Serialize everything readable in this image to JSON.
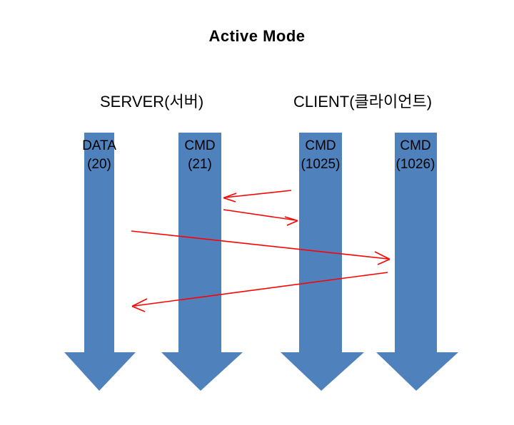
{
  "diagram": {
    "title": "Active Mode",
    "background_color": "#ffffff",
    "arrow_color": "#4F81BD",
    "message_color": "#FF0000",
    "text_color": "#000000",
    "headers": [
      {
        "id": "server",
        "label": "SERVER(서버)"
      },
      {
        "id": "client",
        "label": "CLIENT(클라이언트)"
      }
    ],
    "lanes": [
      {
        "id": "data-20",
        "group": "server",
        "name": "DATA",
        "port": "(20)"
      },
      {
        "id": "cmd-21",
        "group": "server",
        "name": "CMD",
        "port": "(21)"
      },
      {
        "id": "cmd-1025",
        "group": "client",
        "name": "CMD",
        "port": "(1025)"
      },
      {
        "id": "cmd-1026",
        "group": "client",
        "name": "CMD",
        "port": "(1026)"
      }
    ],
    "messages": [
      {
        "id": "msg-1",
        "from": "cmd-1025",
        "to": "cmd-21",
        "direction": "left"
      },
      {
        "id": "msg-2",
        "from": "cmd-21",
        "to": "cmd-1025",
        "direction": "right"
      },
      {
        "id": "msg-3",
        "from": "data-20",
        "to": "cmd-1026",
        "direction": "right"
      },
      {
        "id": "msg-4",
        "from": "cmd-1026",
        "to": "data-20",
        "direction": "left"
      }
    ]
  }
}
